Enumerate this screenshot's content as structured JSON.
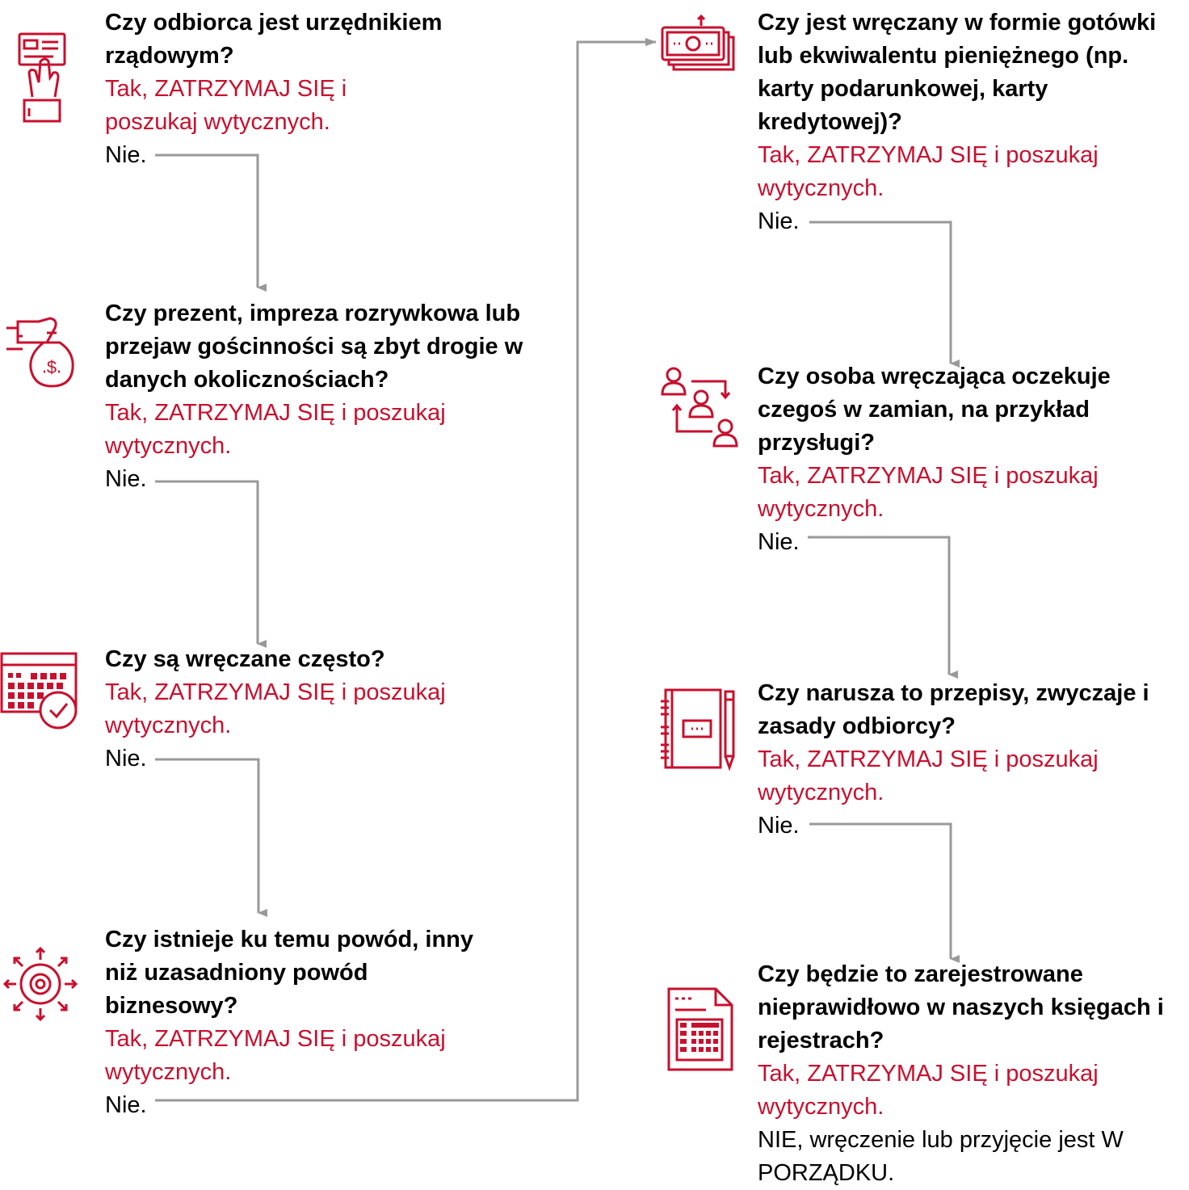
{
  "colors": {
    "accent": "#c8102e",
    "connector": "#999999",
    "text": "#000000"
  },
  "steps": [
    {
      "icon": "id-card-hand-icon",
      "question": "Czy odbiorca jest urzędnikiem rządowym?",
      "yes": "Tak, ZATRZYMAJ SIĘ i poszukaj wytycznych.",
      "no": "Nie."
    },
    {
      "icon": "money-bag-hand-icon",
      "question": "Czy prezent, impreza rozrywkowa lub przejaw gościnności są zbyt drogie w danych okolicznościach?",
      "yes": "Tak, ZATRZYMAJ SIĘ i poszukaj wytycznych.",
      "no": "Nie."
    },
    {
      "icon": "calendar-check-icon",
      "question": "Czy są wręczane często?",
      "yes": "Tak, ZATRZYMAJ SIĘ i poszukaj wytycznych.",
      "no": "Nie."
    },
    {
      "icon": "target-arrows-icon",
      "question": "Czy istnieje ku temu powód, inny niż uzasadniony powód biznesowy?",
      "yes": "Tak, ZATRZYMAJ SIĘ i poszukaj wytycznych.",
      "no": "Nie."
    },
    {
      "icon": "banknotes-icon",
      "question": "Czy jest wręczany w formie gotówki lub ekwiwalentu pieniężnego (np. karty podarunkowej, karty kredytowej)?",
      "yes": "Tak, ZATRZYMAJ SIĘ i poszukaj wytycznych.",
      "no": "Nie."
    },
    {
      "icon": "people-exchange-icon",
      "question": "Czy osoba wręczająca oczekuje czegoś w zamian, na przykład przysługi?",
      "yes": "Tak, ZATRZYMAJ SIĘ i poszukaj wytycznych.",
      "no": "Nie."
    },
    {
      "icon": "notebook-pen-icon",
      "question": "Czy narusza to przepisy, zwyczaje i zasady odbiorcy?",
      "yes": "Tak, ZATRZYMAJ SIĘ i poszukaj wytycznych.",
      "no": "Nie."
    },
    {
      "icon": "spreadsheet-document-icon",
      "question": "Czy będzie to zarejestrowane nieprawidłowo w naszych księgach i rejestrach?",
      "yes": "Tak, ZATRZYMAJ SIĘ i poszukaj wytycznych.",
      "no": "NIE, wręczenie lub przyjęcie jest W PORZĄDKU."
    }
  ]
}
